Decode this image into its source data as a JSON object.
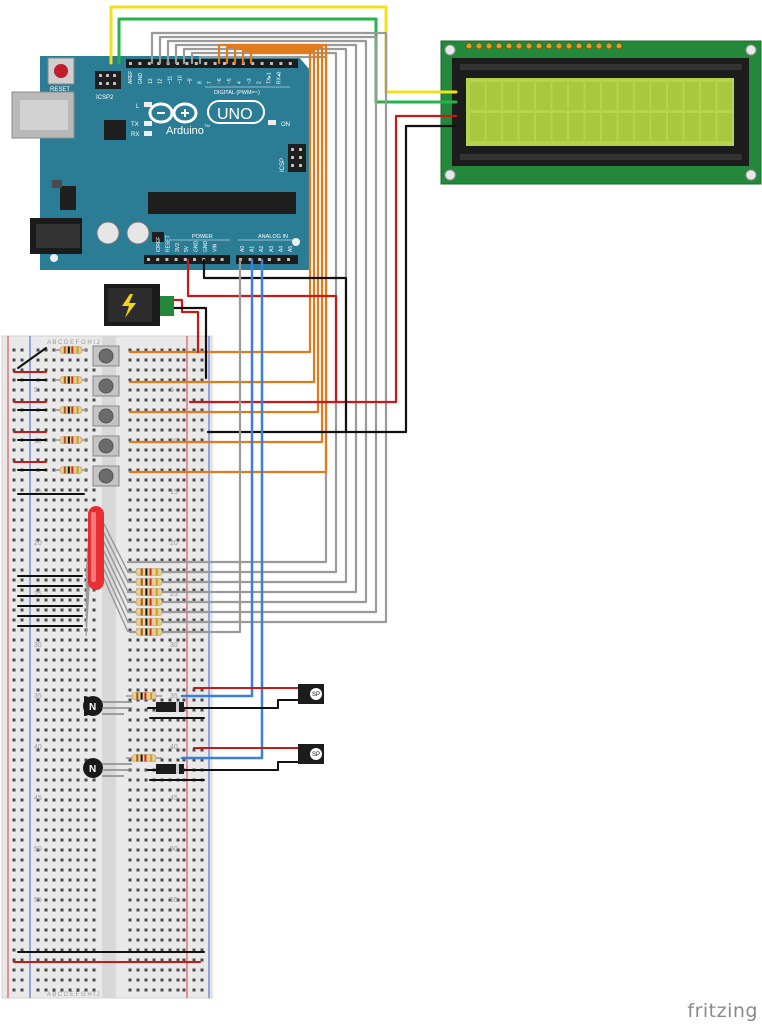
{
  "arduino": {
    "reset": "RESET",
    "icsp2": "ICSP2",
    "icsp": "ICSP",
    "brand": "Arduino",
    "tm": "TM",
    "model": "UNO",
    "l": "L",
    "tx": "TX",
    "rx": "RX",
    "on": "ON",
    "digital": "DIGITAL (PWM=~)",
    "power": "POWER",
    "analog": "ANALOG IN",
    "top_pins": [
      "AREF",
      "GND",
      "13",
      "12",
      "~11",
      "~10",
      "~9",
      "8",
      "7",
      "~6",
      "~5",
      "4",
      "~3",
      "2",
      "TX▸1",
      "RX◂0"
    ],
    "power_pins": [
      "IOREF",
      "RESET",
      "3V3",
      "5V",
      "GND",
      "GND",
      "VIN"
    ],
    "analog_pins": [
      "A0",
      "A1",
      "A2",
      "A3",
      "A4",
      "A5"
    ]
  },
  "breadboard": {
    "col_letters_top": "A B C D E   F G H I J",
    "col_letters_bottom": "A B C D E   F G H I J",
    "row_numbers": [
      "5",
      "10",
      "15",
      "20",
      "25",
      "30",
      "35",
      "40",
      "45",
      "50",
      "55"
    ]
  },
  "components": {
    "transistor_label": "N",
    "speaker_label": "SP"
  },
  "watermark": "fritzing",
  "colors": {
    "arduino": "#2a7d94",
    "lcd_pcb": "#23883a",
    "lcd_screen": "#b5d44c",
    "wire_orange": "#e07b1c",
    "wire_gray": "#9a9a9a",
    "wire_red": "#c81818",
    "wire_black": "#111111",
    "wire_blue": "#3a7fd9",
    "wire_yellow": "#f2e01c",
    "wire_green": "#27b34a",
    "led": "#e8262a"
  }
}
